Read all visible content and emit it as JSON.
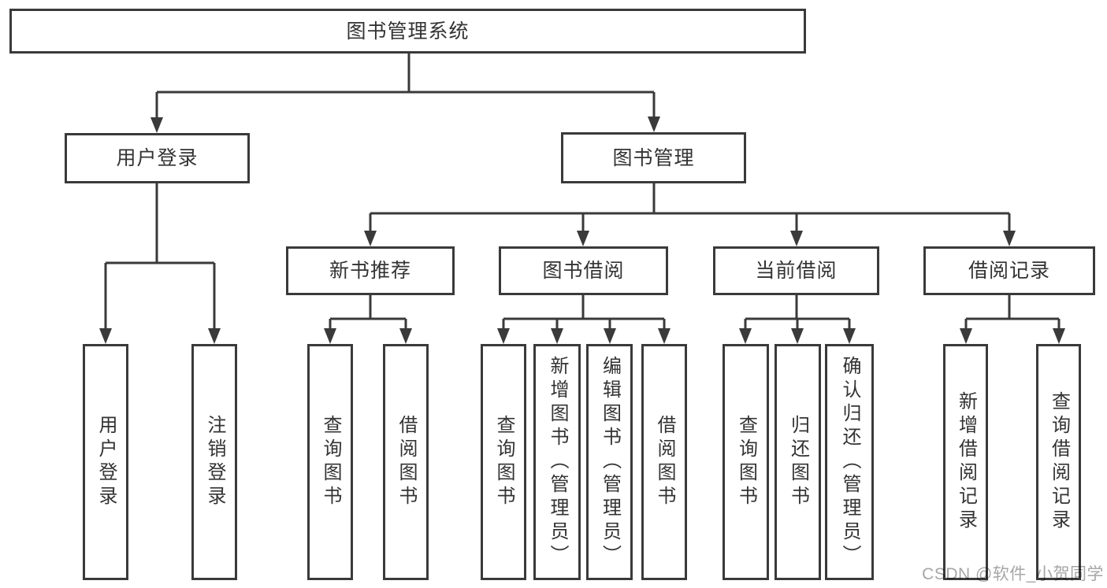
{
  "diagram": {
    "title": "图书管理系统",
    "level2": {
      "user_login": "用户登录",
      "book_management": "图书管理"
    },
    "level3": {
      "new_book_recommend": "新书推荐",
      "book_borrowing": "图书借阅",
      "current_borrowing": "当前借阅",
      "borrowing_records": "借阅记录"
    },
    "leaves": {
      "user_login": "用户登录",
      "logout": "注销登录",
      "recommend_query_books": "查询图书",
      "recommend_borrow_books": "借阅图书",
      "borrowing_query_books": "查询图书",
      "borrowing_add_books": "新增图书（管理员）",
      "borrowing_edit_books": "编辑图书（管理员）",
      "borrowing_borrow_books": "借阅图书",
      "current_query_books": "查询图书",
      "current_return_books": "归还图书",
      "current_confirm_return": "确认归还（管理员）",
      "records_add_record": "新增借阅记录",
      "records_query_record": "查询借阅记录"
    },
    "watermark": "CSDN @软件_小贺同学",
    "colors": {
      "line": "#3a3a3a",
      "text": "#333333",
      "watermark": "#a6a6a6",
      "background": "#ffffff"
    }
  }
}
